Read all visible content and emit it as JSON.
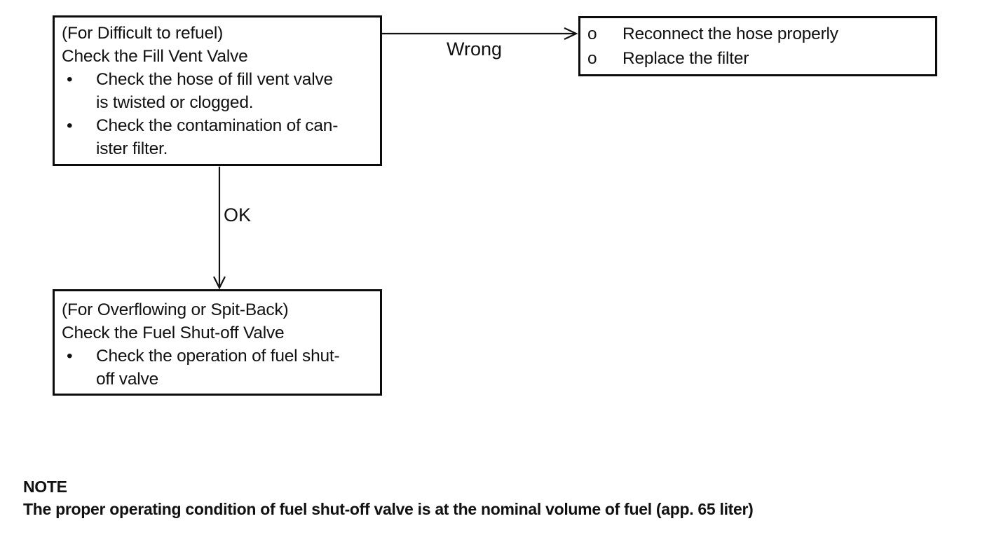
{
  "colors": {
    "ink": "#111111",
    "paper": "#ffffff"
  },
  "flowchart": {
    "fill_vent_box": {
      "rows": [
        {
          "marker": "",
          "text": "(For Difficult to refuel)"
        },
        {
          "marker": "",
          "text": "Check the Fill Vent Valve"
        },
        {
          "marker": "•",
          "text": "Check the hose of fill vent valve"
        },
        {
          "marker": "",
          "text": "is twisted or clogged."
        },
        {
          "marker": "•",
          "text": "Check the contamination of can-"
        },
        {
          "marker": "",
          "text": "ister filter."
        }
      ]
    },
    "actions_box": {
      "rows": [
        {
          "marker": "o",
          "text": "Reconnect the hose properly"
        },
        {
          "marker": "o",
          "text": "Replace the filter"
        }
      ]
    },
    "shut_off_box": {
      "rows": [
        {
          "marker": "",
          "text": "(For Overflowing or Spit-Back)"
        },
        {
          "marker": "",
          "text": "Check the Fuel Shut-off Valve"
        },
        {
          "marker": "•",
          "text": "Check the operation of fuel shut-"
        },
        {
          "marker": "",
          "text": "off valve"
        }
      ]
    },
    "wrong_label": "Wrong",
    "ok_label": "OK"
  },
  "note": {
    "heading": "NOTE",
    "body": "The proper operating condition of fuel shut-off valve is at the nominal volume of fuel (app. 65 liter)"
  }
}
